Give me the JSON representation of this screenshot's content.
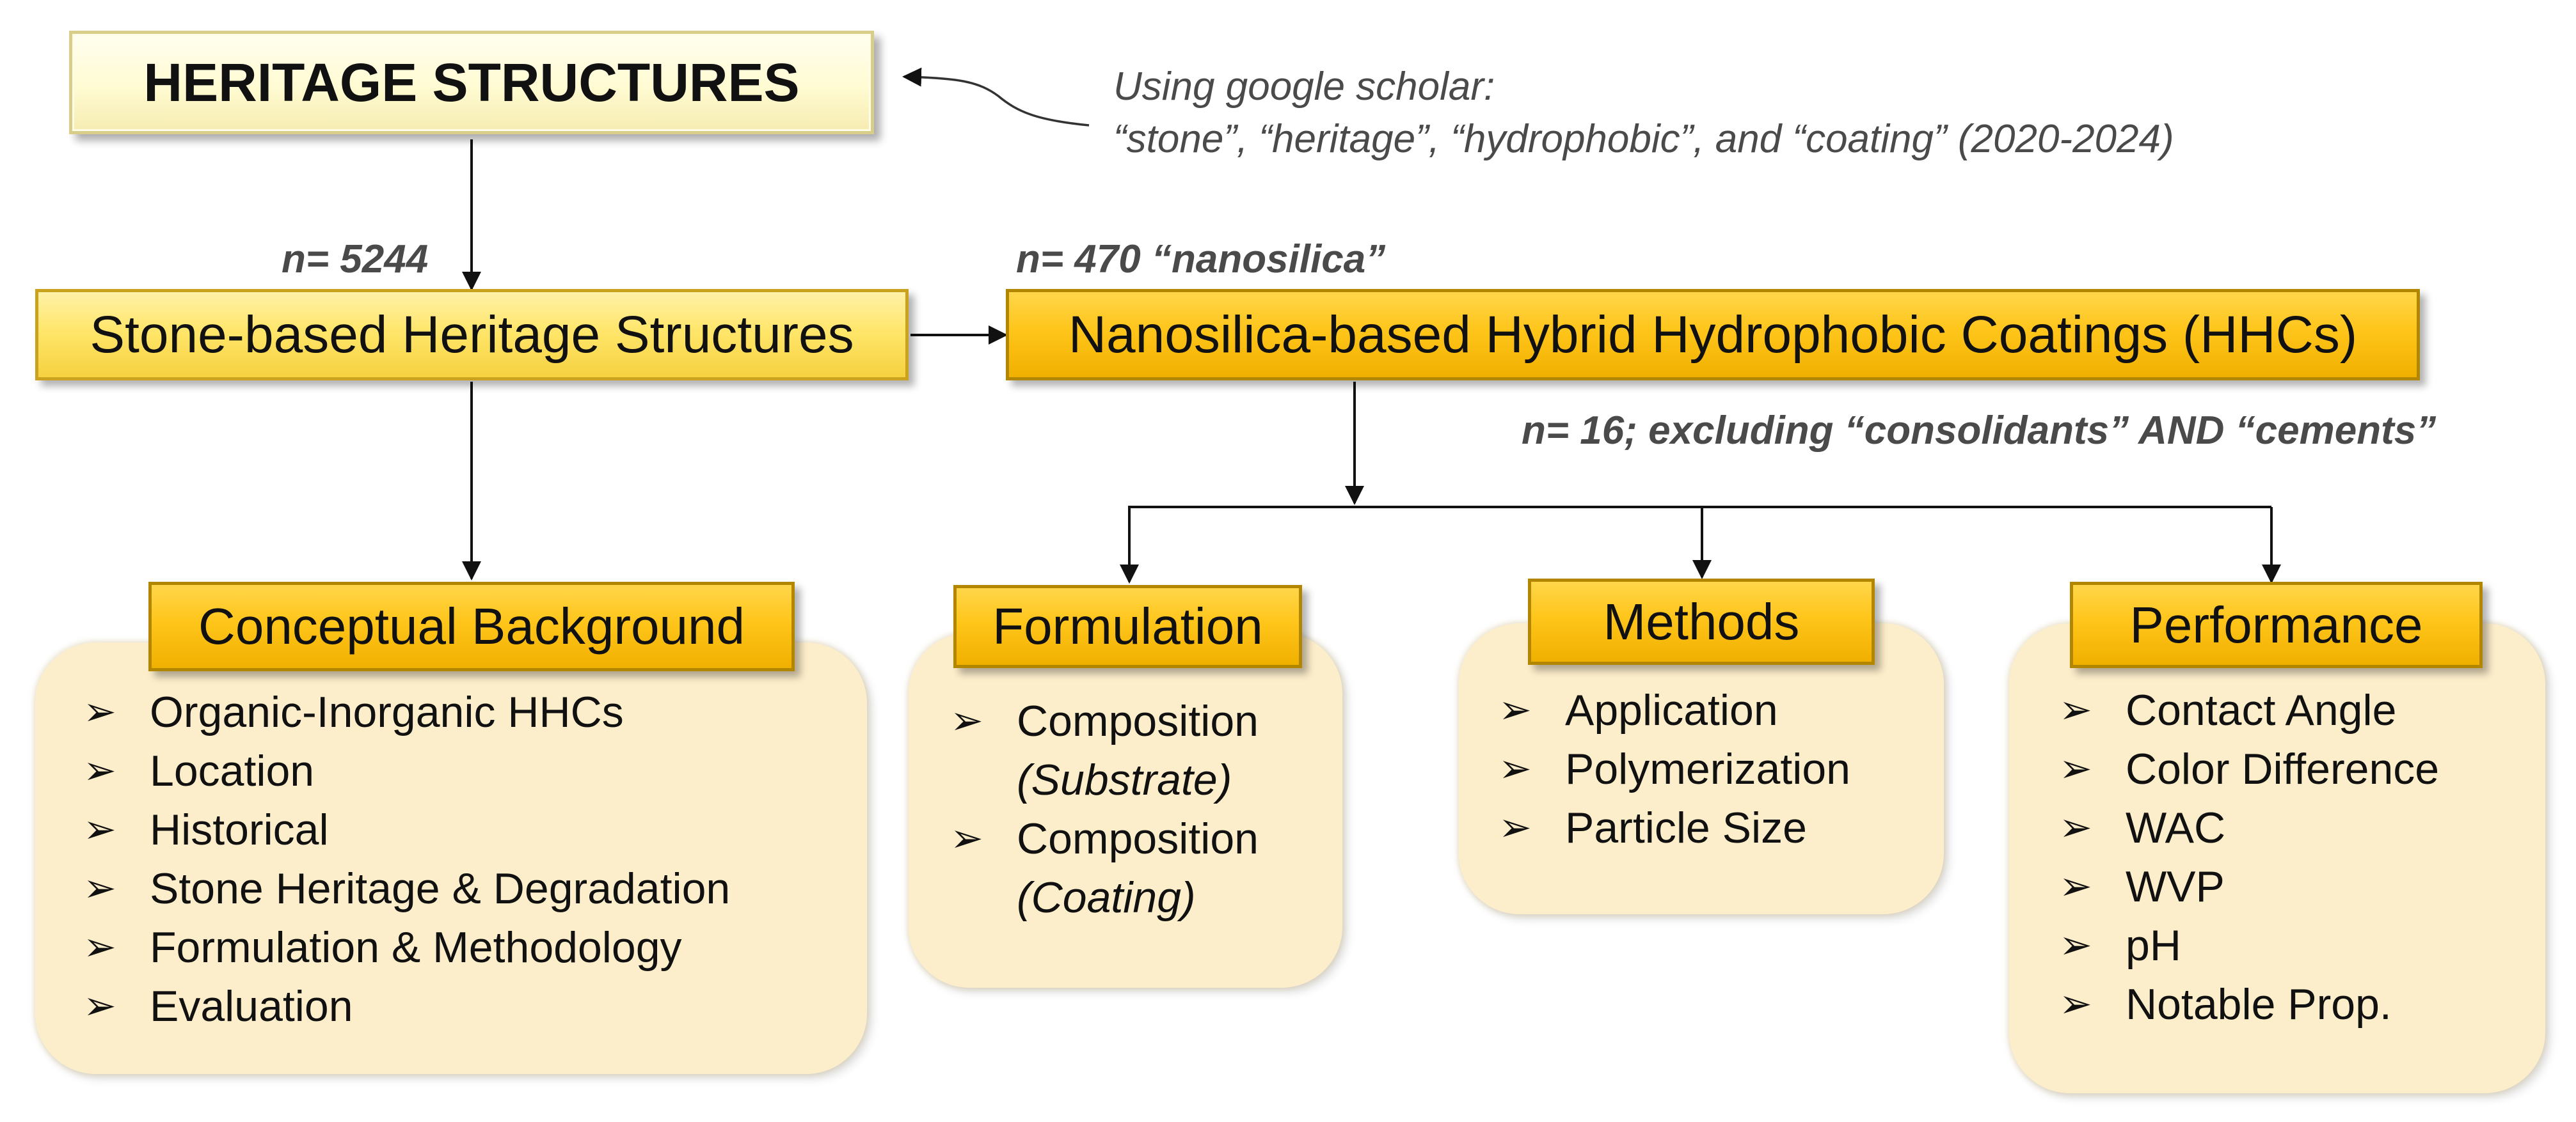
{
  "nodes": {
    "heritage": "HERITAGE STRUCTURES",
    "stone": "Stone-based Heritage Structures",
    "nano": "Nanosilica-based Hybrid Hydrophobic Coatings (HHCs)"
  },
  "annotations": {
    "source_line1": "Using google scholar:",
    "source_line2": "“stone”, “heritage”, “hydrophobic”, and “coating” (2020-2024)",
    "n_stone": "n= 5244",
    "n_nano": "n= 470 “nanosilica”",
    "n_final_count": "n= 16",
    "n_final_rest": "; excluding “consolidants” AND “cements”"
  },
  "categories": {
    "conceptual": {
      "title": "Conceptual Background",
      "items": [
        {
          "text": "Organic-Inorganic HHCs"
        },
        {
          "text": "Location"
        },
        {
          "text": "Historical"
        },
        {
          "text": "Stone Heritage & Degradation"
        },
        {
          "text": "Formulation & Methodology"
        },
        {
          "text": "Evaluation"
        }
      ]
    },
    "formulation": {
      "title": "Formulation",
      "items": [
        {
          "text": "Composition",
          "sub": "(Substrate)"
        },
        {
          "text": "Composition",
          "sub": "(Coating)"
        }
      ]
    },
    "methods": {
      "title": "Methods",
      "items": [
        {
          "text": "Application"
        },
        {
          "text": "Polymerization"
        },
        {
          "text": "Particle Size"
        }
      ]
    },
    "performance": {
      "title": "Performance",
      "items": [
        {
          "text": "Contact Angle"
        },
        {
          "text": "Color Difference"
        },
        {
          "text": "WAC"
        },
        {
          "text": "WVP"
        },
        {
          "text": "pH"
        },
        {
          "text": "Notable Prop."
        }
      ]
    }
  },
  "bullet_symbol": "➢"
}
